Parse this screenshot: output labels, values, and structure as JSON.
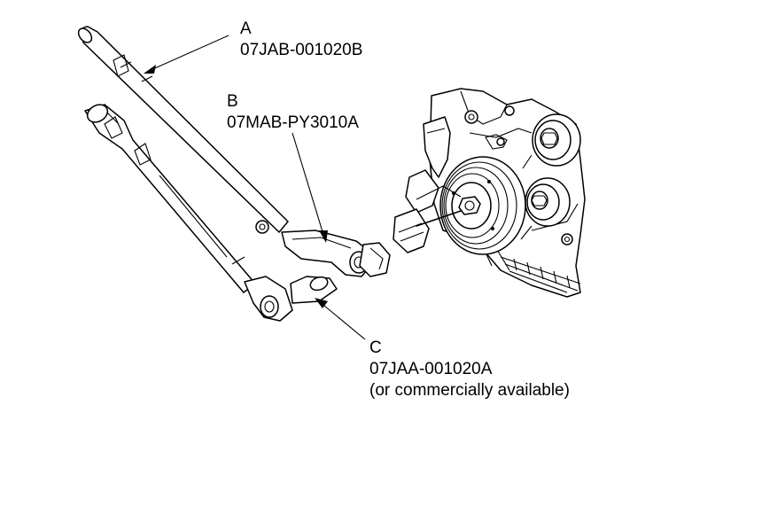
{
  "callouts": [
    {
      "letter": "A",
      "part_number": "07JAB-001020B",
      "note": ""
    },
    {
      "letter": "B",
      "part_number": "07MAB-PY3010A",
      "note": ""
    },
    {
      "letter": "C",
      "part_number": "07JAA-001020A",
      "note": "(or commercially available)"
    }
  ]
}
